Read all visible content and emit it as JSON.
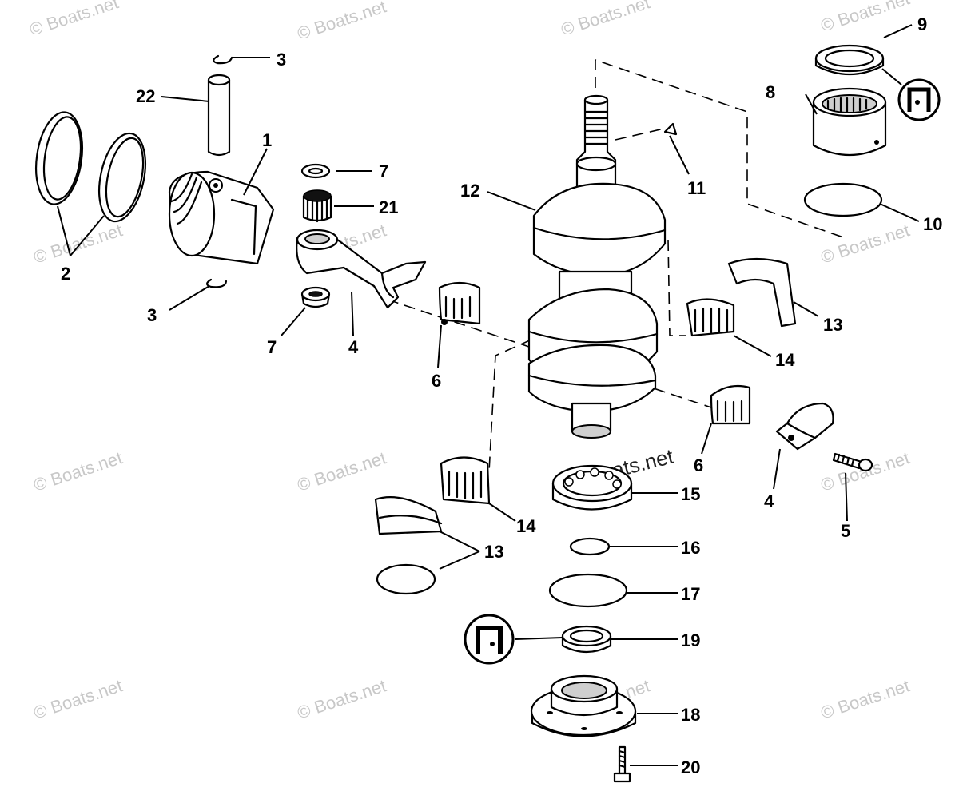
{
  "watermark": "© Boats.net",
  "watermark_center": "© Boats.net",
  "callouts": [
    "1",
    "2",
    "3",
    "3",
    "4",
    "4",
    "5",
    "6",
    "6",
    "7",
    "7",
    "8",
    "9",
    "10",
    "11",
    "12",
    "13",
    "13",
    "14",
    "14",
    "15",
    "16",
    "17",
    "18",
    "19",
    "20",
    "21",
    "22"
  ]
}
